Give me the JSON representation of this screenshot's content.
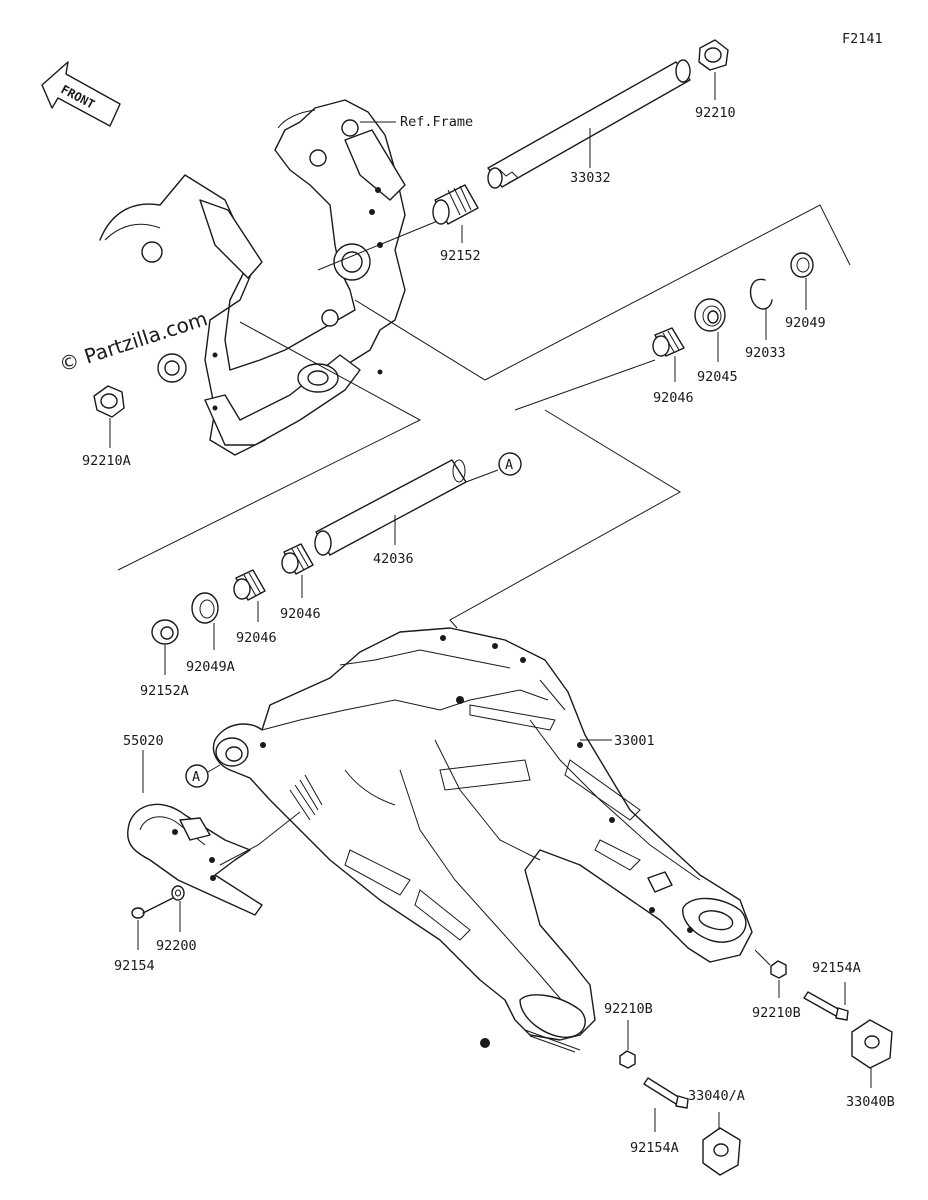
{
  "figure_code": "F2141",
  "front_arrow": "FRONT",
  "watermark": "© Partzilla.com",
  "ref_frame": "Ref.Frame",
  "ref_marker": "A",
  "parts": {
    "p92210": "92210",
    "p33032": "33032",
    "p92152": "92152",
    "p92049": "92049",
    "p92033": "92033",
    "p92045": "92045",
    "p92046_top": "92046",
    "p92210A": "92210A",
    "p42036": "42036",
    "p92046_mid": "92046",
    "p92046_low": "92046",
    "p92049A": "92049A",
    "p92152A": "92152A",
    "p55020": "55020",
    "p33001": "33001",
    "p92154": "92154",
    "p92200": "92200",
    "p92210B_right": "92210B",
    "p92154A_right": "92154A",
    "p33040B": "33040B",
    "p92210B_low": "92210B",
    "p33040A": "33040/A",
    "p92154A_low": "92154A"
  }
}
